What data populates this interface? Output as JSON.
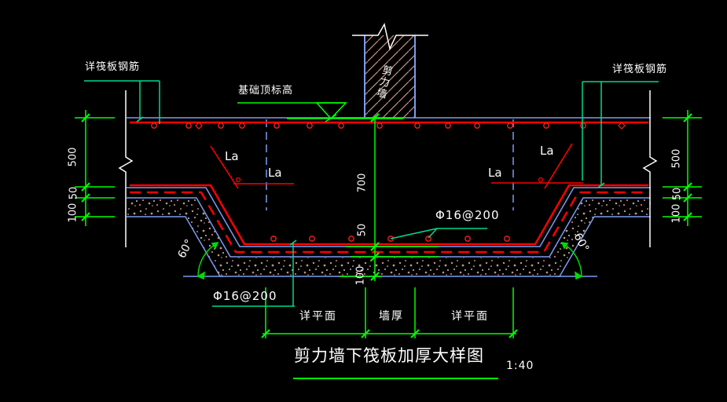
{
  "drawing": {
    "labels": {
      "rebar_note_left": "详筏板钢筋",
      "rebar_note_right": "详筏板钢筋",
      "elevation_note": "基础顶标高",
      "wall_label": "剪力墙",
      "anchor_la_upper_left": "La",
      "anchor_la_lower_left": "La",
      "anchor_la_lower_right": "La",
      "anchor_la_upper_right": "La",
      "rebar_spec_mid": "Φ16@200",
      "rebar_spec_bottom": "Φ16@200",
      "angle_left": "60°",
      "angle_right": "60°"
    },
    "dimensions": {
      "left": [
        "500",
        "50",
        "100"
      ],
      "center": [
        "700",
        "50",
        "100"
      ],
      "right": [
        "500",
        "50",
        "100"
      ],
      "bottom_row": [
        "详平面",
        "墙厚",
        "详平面"
      ]
    },
    "title": {
      "text": "剪力墙下筏板加厚大样图",
      "scale": "1:40"
    },
    "colors": {
      "background": "#000000",
      "dimension_green": "#00ff00",
      "leader_teal": "#00d98c",
      "rebar_red": "#ff0000",
      "outline_blue": "#7a9cf0",
      "text_white": "#ffffff",
      "hatch_tan": "#c8927a"
    }
  }
}
